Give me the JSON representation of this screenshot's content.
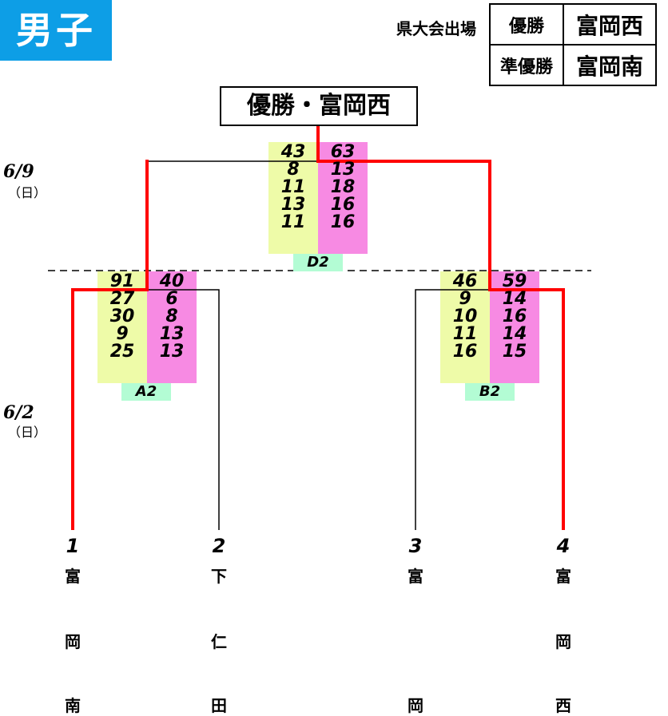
{
  "title": "男子",
  "result": {
    "label": "県大会出場",
    "rows": [
      {
        "label": "優勝",
        "value": "富岡西"
      },
      {
        "label": "準優勝",
        "value": "富岡南"
      }
    ]
  },
  "champion": "優勝・富岡西",
  "dates": [
    {
      "date": "6/9",
      "day": "（日）"
    },
    {
      "date": "6/2",
      "day": "（日）"
    }
  ],
  "matches": {
    "D2": {
      "label": "D2",
      "left_scores": [
        "43",
        "8",
        "11",
        "13",
        "11"
      ],
      "right_scores": [
        "63",
        "13",
        "18",
        "16",
        "16"
      ]
    },
    "A2": {
      "label": "A2",
      "left_scores": [
        "91",
        "27",
        "30",
        "9",
        "25"
      ],
      "right_scores": [
        "40",
        "6",
        "8",
        "13",
        "13"
      ]
    },
    "B2": {
      "label": "B2",
      "left_scores": [
        "46",
        "9",
        "10",
        "11",
        "16"
      ],
      "right_scores": [
        "59",
        "14",
        "16",
        "14",
        "15"
      ]
    }
  },
  "teams": [
    {
      "seed": "1",
      "chars": [
        "富",
        "岡",
        "南"
      ]
    },
    {
      "seed": "2",
      "chars": [
        "下",
        "仁",
        "田"
      ]
    },
    {
      "seed": "3",
      "chars": [
        "富",
        "",
        "岡"
      ]
    },
    {
      "seed": "4",
      "chars": [
        "富",
        "岡",
        "西"
      ]
    }
  ],
  "colors": {
    "winner_line": "#ff0000",
    "badge": "#0d9ee6",
    "left_score_bg": "#eefba8",
    "right_score_bg": "#f78ae3",
    "match_label_bg": "#b3fcd4"
  }
}
